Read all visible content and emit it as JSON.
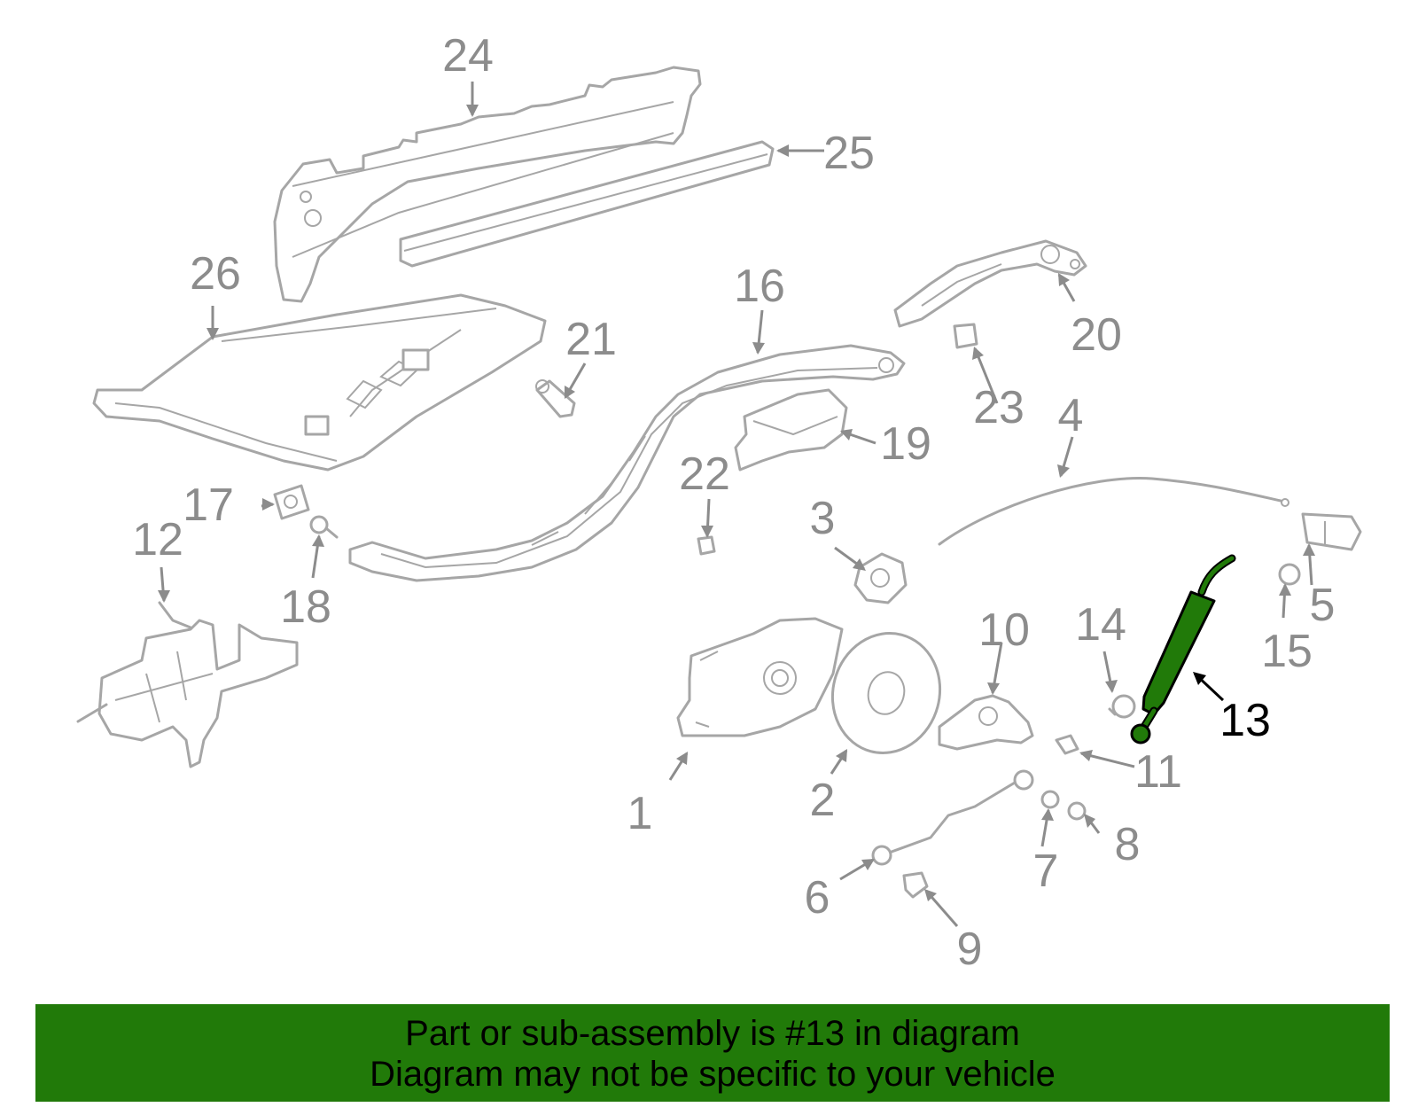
{
  "diagram": {
    "callouts": [
      "1",
      "2",
      "3",
      "4",
      "5",
      "6",
      "7",
      "8",
      "9",
      "10",
      "11",
      "12",
      "13",
      "14",
      "15",
      "16",
      "17",
      "18",
      "19",
      "20",
      "21",
      "22",
      "23",
      "24",
      "25",
      "26"
    ],
    "highlighted_callout": "13",
    "highlight_color": "#217a09",
    "part_stroke_color": "#a6a6a6",
    "label_color": "#8c8c8c"
  },
  "banner": {
    "line1": "Part or sub-assembly is #13 in diagram",
    "line2": "Diagram may not be specific to your vehicle",
    "background": "#217a09"
  }
}
